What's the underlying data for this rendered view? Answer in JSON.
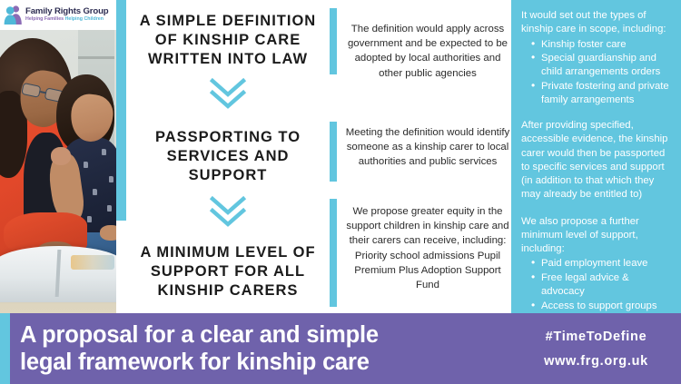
{
  "brand": {
    "logo_icon": "person-family-icon",
    "name": "Family Rights Group",
    "tagline_part1": "Helping Families ",
    "tagline_part2": "Helping Children"
  },
  "photo": {
    "alt": "A woman wearing glasses and an orange shirt reading a large book with a young girl in a navy patterned top"
  },
  "colors": {
    "teal": "#62c6df",
    "purple": "#6f62ab",
    "heading_text": "#1b1b1b",
    "body_text": "#2b2b2b",
    "panel_text": "#ffffff"
  },
  "sections": [
    {
      "heading": "A SIMPLE DEFINITION OF KINSHIP CARE WRITTEN INTO LAW",
      "body": "The definition would apply across government and be expected to be adopted by local authorities and other public agencies"
    },
    {
      "heading": "PASSPORTING TO SERVICES AND SUPPORT",
      "body": "Meeting the definition would identify someone as a kinship carer to local authorities and public services"
    },
    {
      "heading": "A MINIMUM LEVEL OF SUPPORT FOR ALL KINSHIP CARERS",
      "body": "We propose greater equity in the support children in kinship care and their carers can receive, including: Priority school admissions Pupil Premium Plus Adoption Support Fund"
    }
  ],
  "chevrons": [
    {
      "icon": "double-chevron-down-icon"
    },
    {
      "icon": "double-chevron-down-icon"
    }
  ],
  "panel": {
    "section1": {
      "intro": "It would set out the types of kinship care  in scope, including:",
      "bullets": [
        "Kinship foster care",
        "Special guardianship and child arrangements orders",
        "Private fostering and private family arrangements"
      ]
    },
    "section2": {
      "intro": "After providing specified, accessible evidence, the kinship carer would then be passported to specific services and support (in addition to that which they may already be entitled to)",
      "bullets": []
    },
    "section3": {
      "intro": "We also propose a further minimum level of support, including:",
      "bullets": [
        "Paid employment leave",
        "Free legal advice & advocacy",
        "Access to support groups"
      ]
    }
  },
  "banner": {
    "title_line1": "A proposal for a clear and simple",
    "title_line2": "legal framework for kinship care",
    "hashtag": "#TimeToDefine",
    "website": "www.frg.org.uk"
  }
}
